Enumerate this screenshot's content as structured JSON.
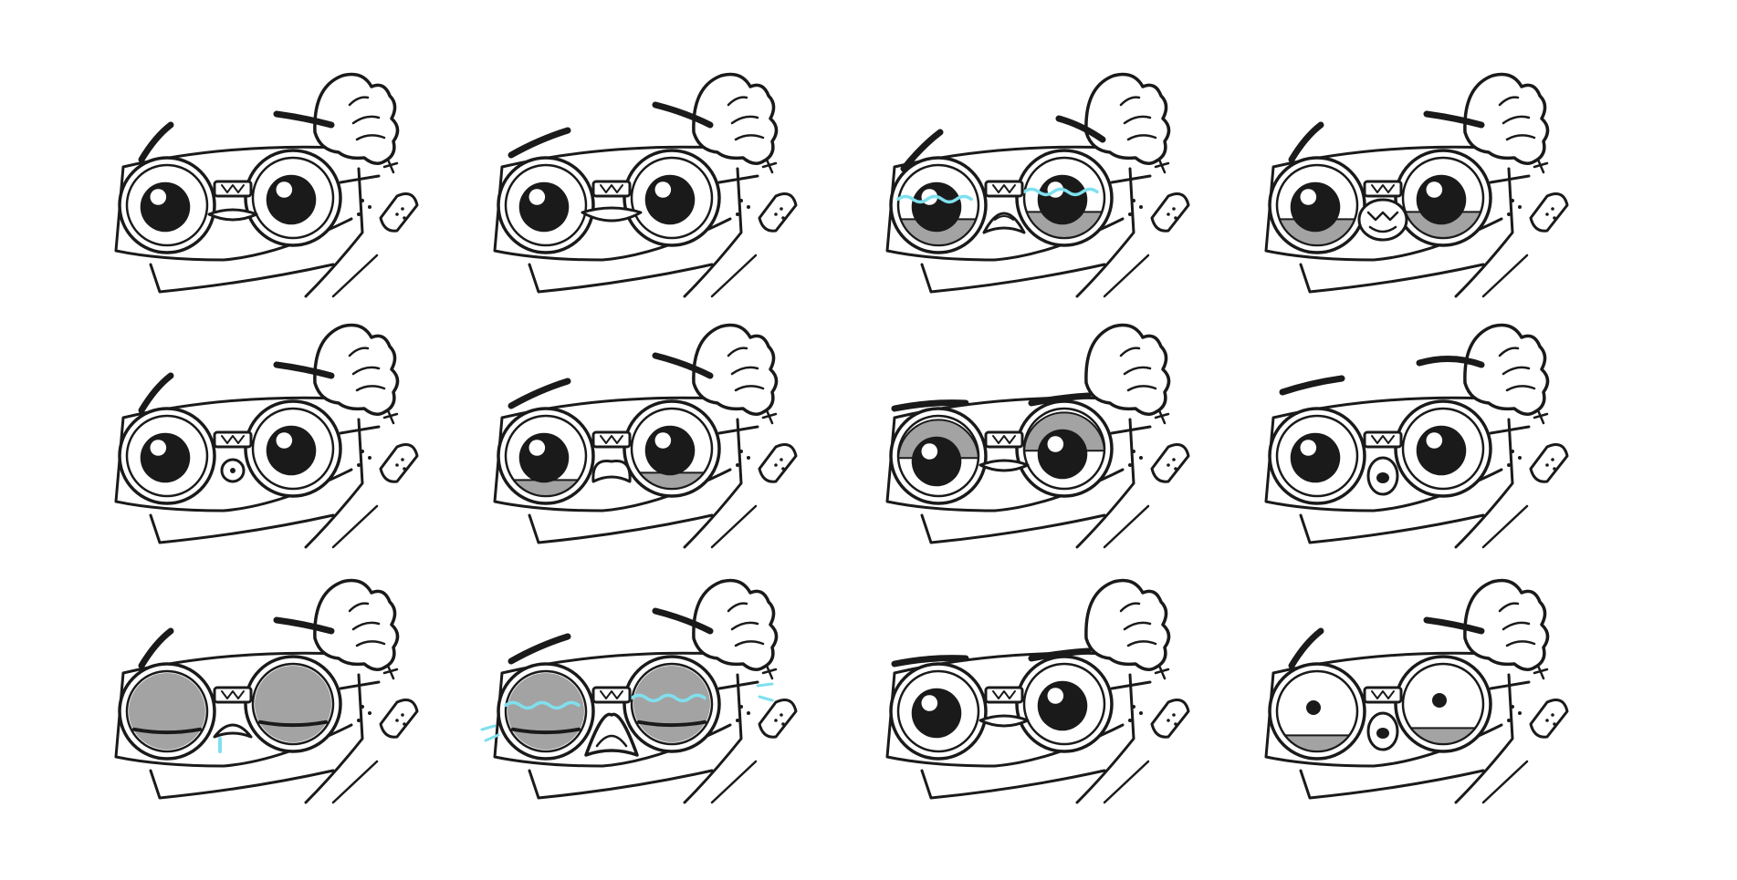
{
  "sheet": {
    "background": "#ffffff",
    "line_color": "#1a1a1a",
    "shade_color": "#a3a3a3",
    "tear_color": "#7fe0ee",
    "rows": 3,
    "columns": 4
  },
  "expressions": [
    {
      "pupils": "large",
      "lid_shade": "none",
      "mouth": "closed-flat",
      "tears": false,
      "brows": "raised"
    },
    {
      "pupils": "large",
      "lid_shade": "none",
      "mouth": "closed-wide",
      "tears": false,
      "brows": "slanted"
    },
    {
      "pupils": "large",
      "lid_shade": "bottom-half",
      "mouth": "frown",
      "tears": true,
      "brows": "worried"
    },
    {
      "pupils": "large",
      "lid_shade": "bottom-half",
      "mouth": "open-grin",
      "tears": false,
      "brows": "raised"
    },
    {
      "pupils": "large",
      "lid_shade": "none",
      "mouth": "small-o",
      "tears": false,
      "brows": "raised"
    },
    {
      "pupils": "large",
      "lid_shade": "bottom-sliver",
      "mouth": "pout",
      "tears": false,
      "brows": "slanted"
    },
    {
      "pupils": "large",
      "lid_shade": "top-half",
      "mouth": "closed-flat",
      "tears": false,
      "brows": "flat"
    },
    {
      "pupils": "large",
      "lid_shade": "none",
      "mouth": "small-open",
      "tears": false,
      "brows": "uneven"
    },
    {
      "pupils": "none",
      "lid_shade": "closed",
      "mouth": "drool",
      "tears": false,
      "brows": "raised"
    },
    {
      "pupils": "none",
      "lid_shade": "closed-upper",
      "mouth": "wail",
      "tears": true,
      "brows": "slanted"
    },
    {
      "pupils": "large",
      "lid_shade": "none",
      "mouth": "closed-flat",
      "tears": false,
      "brows": "flat"
    },
    {
      "pupils": "tiny",
      "lid_shade": "bottom-sliver",
      "mouth": "small-open",
      "tears": false,
      "brows": "raised"
    }
  ]
}
